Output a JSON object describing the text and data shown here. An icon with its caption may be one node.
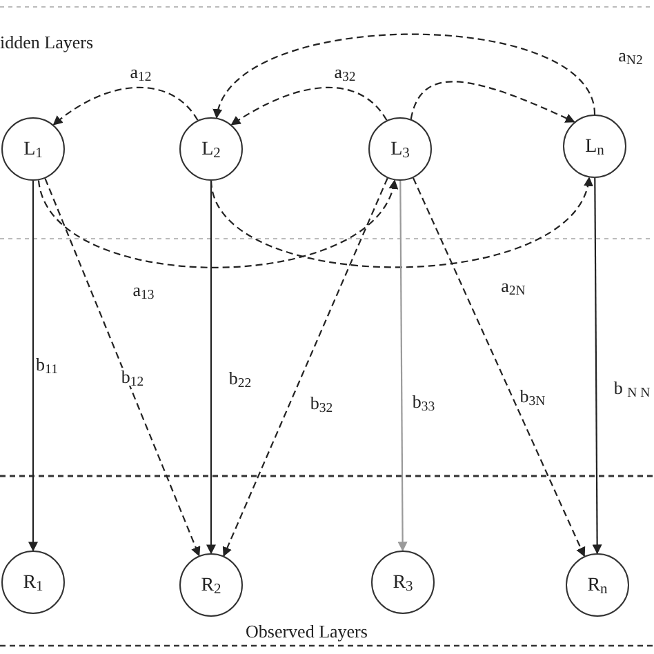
{
  "diagram": {
    "nodes": [
      {
        "text": [
          "L$_{1}$"
        ]
      },
      {
        "text": [
          "L$_{2}$"
        ]
      },
      {
        "text": [
          "L$_{3}$"
        ]
      },
      {
        "text": [
          "L$_{n}$"
        ]
      },
      {
        "text": [
          "R$_{1}$"
        ]
      },
      {
        "text": [
          "R$_{2}$"
        ]
      },
      {
        "text": [
          "R$_{3}$"
        ]
      },
      {
        "text": [
          "R$_{n}$"
        ]
      }
    ],
    "edges": [
      {
        "from": 1,
        "to": 0,
        "arrow": "to",
        "label": "a$_{12}$",
        "style": "dashed"
      },
      {
        "from": 2,
        "to": 1,
        "arrow": "to",
        "label": "a$_{32}$",
        "style": "dashed"
      },
      {
        "from": 3,
        "to": 1,
        "arrow": "to",
        "label": "a$_{N2}$",
        "style": "dashed"
      },
      {
        "from": 2,
        "to": 3,
        "arrow": "to",
        "style": "dashed"
      },
      {
        "from": 0,
        "to": 2,
        "arrow": "to",
        "label": "a$_{13}$",
        "style": "dashed"
      },
      {
        "from": 1,
        "to": 3,
        "arrow": "to",
        "label": "a$_{2N}$",
        "style": "dashed"
      },
      {
        "from": 0,
        "to": 4,
        "arrow": "to",
        "label": "b$_{11}$"
      },
      {
        "from": 0,
        "to": 5,
        "arrow": "to",
        "label": "b$_{12}$",
        "style": "dashed"
      },
      {
        "from": 1,
        "to": 5,
        "arrow": "to",
        "label": "b$_{22}$"
      },
      {
        "from": 2,
        "to": 5,
        "arrow": "to",
        "label": "b$_{32}$",
        "style": "dashed"
      },
      {
        "from": 2,
        "to": 6,
        "arrow": "to",
        "label": "b$_{33}$",
        "color": "#9a9a9a"
      },
      {
        "from": 2,
        "to": 7,
        "arrow": "to",
        "label": "b$_{3N}$",
        "style": "dashed"
      },
      {
        "from": 3,
        "to": 7,
        "arrow": "to",
        "label": "b $_{N N}$"
      }
    ],
    "labels": [
      "idden Layers",
      "Observed Layers"
    ]
  }
}
